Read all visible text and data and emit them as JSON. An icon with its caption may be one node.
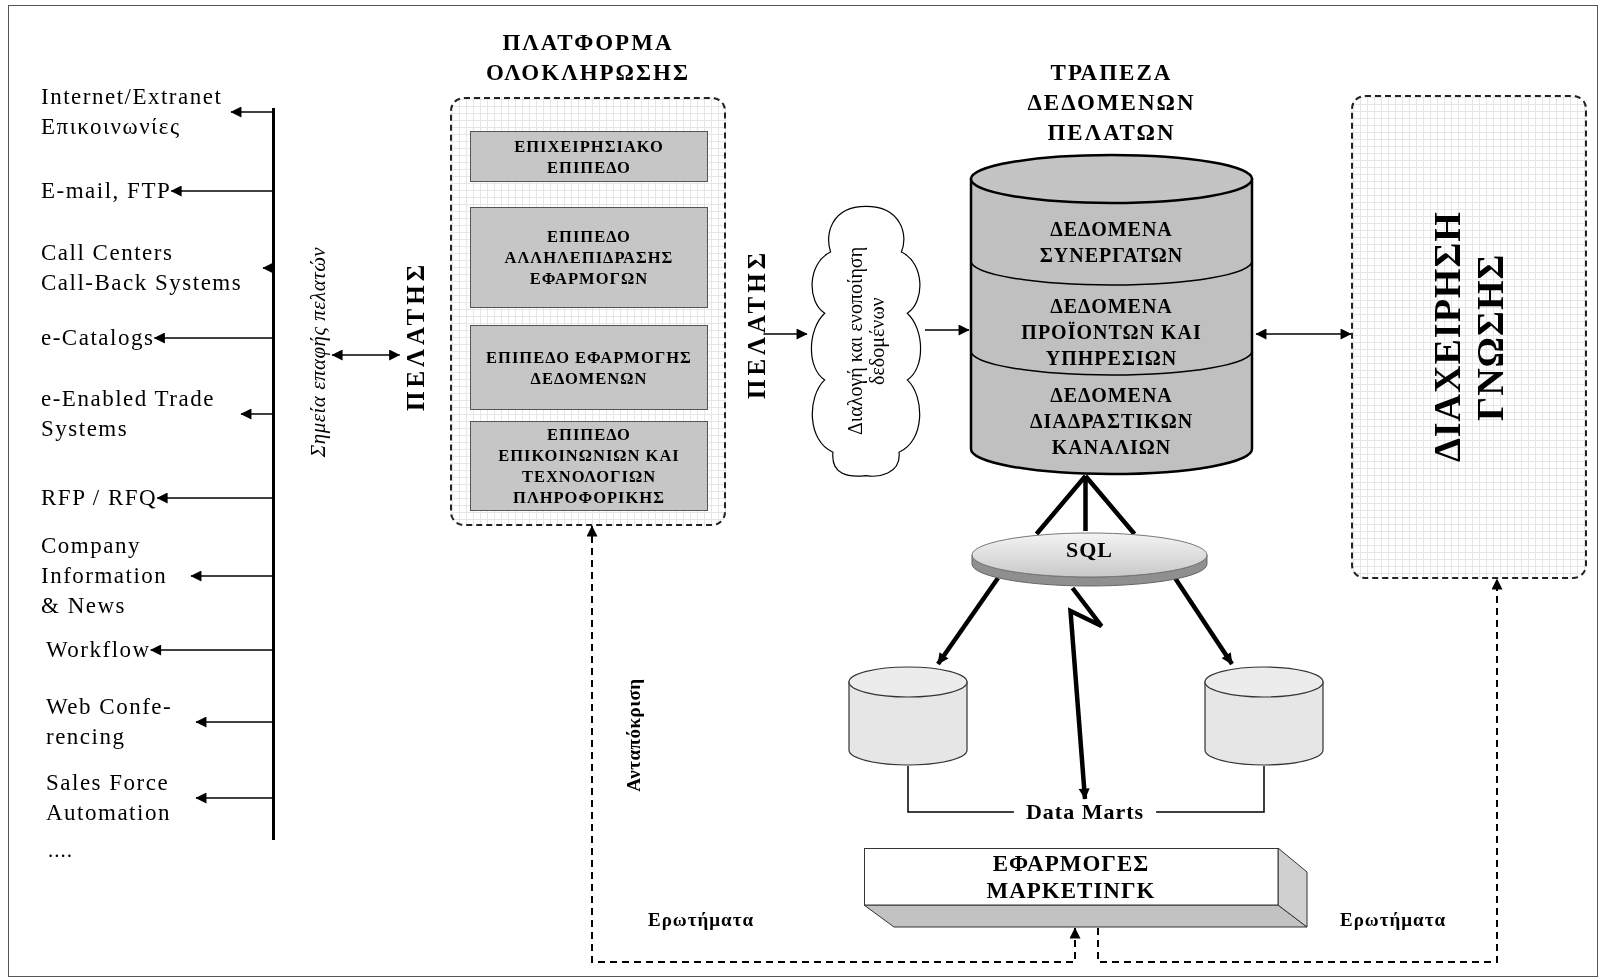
{
  "diagram": {
    "nodes": [
      {
        "text": [
          "Internet/Extranet Επικοινωνίες"
        ]
      },
      {
        "text": [
          "E-mail, FTP"
        ]
      },
      {
        "text": [
          "Call Centers Call-Back Systems"
        ]
      },
      {
        "text": [
          "e-Catalogs"
        ]
      },
      {
        "text": [
          "e-Enabled Trade Systems"
        ]
      },
      {
        "text": [
          "RFP / RFQ"
        ]
      },
      {
        "text": [
          "Company Information & News"
        ]
      },
      {
        "text": [
          "Workflow"
        ]
      },
      {
        "text": [
          "Web Confe- rencing"
        ]
      },
      {
        "text": [
          "Sales Force Automation"
        ]
      },
      {
        "text": [],
        "shape": "bar"
      },
      {
        "text": [
          "Σημεία επαφής πελατών"
        ]
      },
      {
        "text": [
          "ΠΕΛΑΤΗΣ"
        ]
      },
      {
        "text": [
          "ΠΛΑΤΦΟΡΜΑ ΟΛΟΚΛΗΡΩΣΗΣ"
        ]
      },
      {
        "text": [
          "ΕΠΙΧΕΙΡΗΣΙΑΚΟ ΕΠΙΠΕΔΟ"
        ],
        "in": 13
      },
      {
        "text": [
          "ΕΠΙΠΕΔΟ ΑΛΛΗΛΕΠΙΔΡΑΣΗΣ ΕΦΑΡΜΟΓΩΝ"
        ],
        "in": 13
      },
      {
        "text": [
          "ΕΠΙΠΕΔΟ ΕΦΑΡΜΟΓΗΣ ΔΕΔΟΜΕΝΩΝ"
        ],
        "in": 13
      },
      {
        "text": [
          "ΕΠΙΠΕΔΟ ΕΠΙΚΟΙΝΩΝΙΩΝ ΚΑΙ ΤΕΧΝΟΛΟΓΙΩΝ ΠΛΗΡΟΦΟΡΙΚΗΣ"
        ],
        "in": 13
      },
      {
        "text": [
          "ΠΕΛΑΤΗΣ"
        ]
      },
      {
        "text": [
          "Διαλογή και ενοποίηση δεδομένων"
        ]
      },
      {
        "text": [
          "ΤΡΑΠΕΖΑ ΔΕΔΟΜΕΝΩΝ ΠΕΛΑΤΩΝ"
        ]
      },
      {
        "text": [
          "ΔΕΔΟΜΕΝΑ ΣΥΝΕΡΓΑΤΩΝ"
        ],
        "in": 20
      },
      {
        "text": [
          "ΔΕΔΟΜΕΝΑ ΠΡΟΪΟΝΤΩΝ ΚΑΙ ΥΠΗΡΕΣΙΩΝ"
        ],
        "in": 20
      },
      {
        "text": [
          "ΔΕΔΟΜΕΝΑ ΔΙΑΔΡΑΣΤΙΚΩΝ ΚΑΝΑΛΙΩΝ"
        ],
        "in": 20
      },
      {
        "text": [
          "ΔΙΑΧΕΙΡΗΣΗ ΓΝΩΣΗΣ"
        ]
      },
      {
        "text": [
          "SQL"
        ]
      },
      {
        "text": [],
        "shape": "cylinder"
      },
      {
        "text": [],
        "shape": "cylinder"
      },
      {
        "text": [
          "Data Marts"
        ]
      },
      {
        "text": [
          "ΕΦΑΡΜΟΓΕΣ ΜΑΡΚΕΤΙΝΓΚ"
        ]
      }
    ],
    "edges": [
      {
        "from": 10,
        "to": 0,
        "arrow": "to"
      },
      {
        "from": 10,
        "to": 1,
        "arrow": "to"
      },
      {
        "from": 10,
        "to": 2,
        "arrow": "to"
      },
      {
        "from": 10,
        "to": 3,
        "arrow": "to"
      },
      {
        "from": 10,
        "to": 4,
        "arrow": "to"
      },
      {
        "from": 10,
        "to": 5,
        "arrow": "to"
      },
      {
        "from": 10,
        "to": 6,
        "arrow": "to"
      },
      {
        "from": 10,
        "to": 7,
        "arrow": "to"
      },
      {
        "from": 10,
        "to": 8,
        "arrow": "to"
      },
      {
        "from": 10,
        "to": 9,
        "arrow": "to"
      },
      {
        "from": 11,
        "to": 12,
        "arrow": "both"
      },
      {
        "from": 18,
        "to": 19,
        "arrow": "to"
      },
      {
        "from": 19,
        "to": 20,
        "arrow": "to"
      },
      {
        "from": 20,
        "to": 24,
        "arrow": "both"
      },
      {
        "from": 20,
        "to": 25,
        "arrow": "none",
        "style": "thick"
      },
      {
        "from": 25,
        "to": 26,
        "arrow": "to",
        "style": "thick"
      },
      {
        "from": 25,
        "to": 27,
        "arrow": "to",
        "style": "thick"
      },
      {
        "from": 25,
        "to": 28,
        "arrow": "to",
        "style": "thick"
      },
      {
        "from": 26,
        "to": 28,
        "arrow": "none"
      },
      {
        "from": 27,
        "to": 28,
        "arrow": "none"
      },
      {
        "from": 29,
        "to": 13,
        "arrow": "both",
        "style": "dashed",
        "label": "Ανταπόκριση"
      },
      {
        "from": 29,
        "to": 24,
        "arrow": "to",
        "style": "dashed",
        "label": "Ερωτήματα"
      }
    ],
    "labels": [
      "....",
      "Ερωτήματα"
    ]
  }
}
